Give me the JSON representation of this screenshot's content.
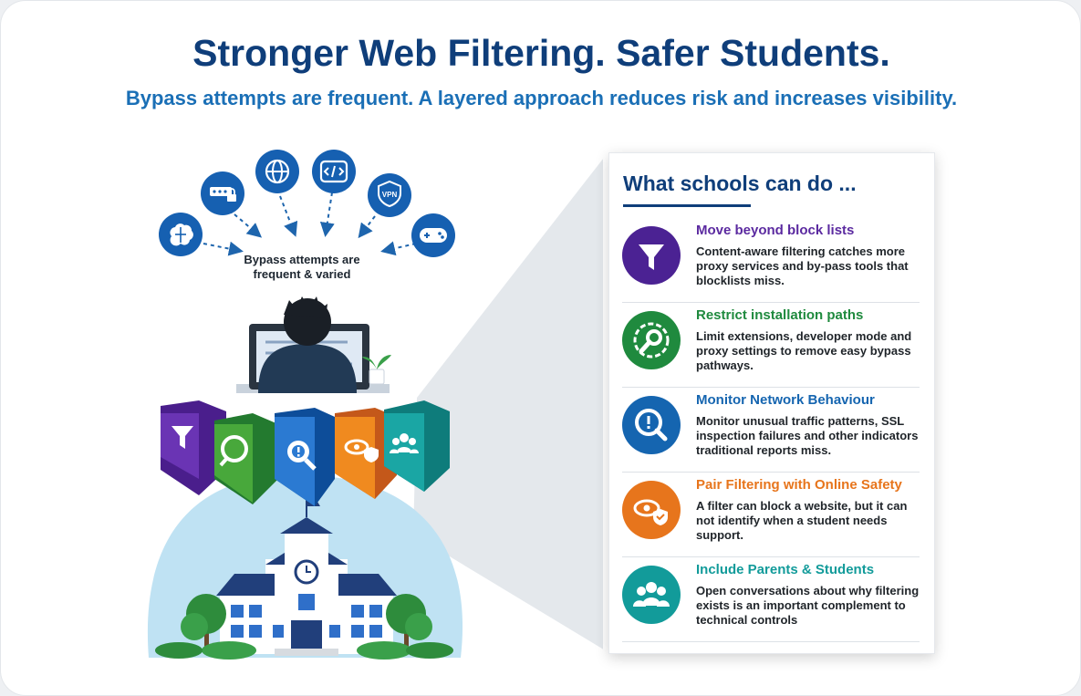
{
  "header": {
    "title": "Stronger Web Filtering. Safer Students.",
    "subtitle": "Bypass attempts are frequent. A layered approach reduces risk and increases visibility."
  },
  "illustration": {
    "bypass_label_line1": "Bypass attempts are",
    "bypass_label_line2": "frequent & varied",
    "vpn_label": "VPN",
    "icons": [
      "brain-icon",
      "password-lock-icon",
      "globe-icon",
      "code-icon",
      "vpn-shield-icon",
      "gamepad-icon"
    ],
    "shield_icons": [
      "filter-icon",
      "wrench-gear-icon",
      "magnify-alert-icon",
      "eye-shield-icon",
      "people-icon"
    ]
  },
  "panel": {
    "title": "What schools can do ...",
    "items": [
      {
        "title": "Move beyond block lists",
        "desc": "Content-aware filtering catches more proxy services and by-pass tools that blocklists miss.",
        "color": "#5b2aa0",
        "icon": "filter-icon"
      },
      {
        "title": "Restrict installation paths",
        "desc": "Limit extensions, developer mode and proxy settings to remove easy bypass pathways.",
        "color": "#1f8a3e",
        "icon": "wrench-gear-icon"
      },
      {
        "title": "Monitor Network Behaviour",
        "desc": "Monitor unusual traffic patterns, SSL inspection failures and other indicators traditional reports miss.",
        "color": "#1565b0",
        "icon": "magnify-alert-icon"
      },
      {
        "title": "Pair Filtering with Online Safety",
        "desc": "A filter can block a website, but it can not identify when a student needs support.",
        "color": "#e7751c",
        "icon": "eye-shield-icon"
      },
      {
        "title": "Include Parents & Students",
        "desc": "Open conversations about why filtering exists is an important complement to technical controls",
        "color": "#129b9a",
        "icon": "people-icon"
      }
    ]
  },
  "colors": {
    "navy": "#0f3e7a",
    "blue": "#1a6fb6",
    "purple": "#5b2aa0",
    "green": "#1f8a3e",
    "orange": "#e7751c",
    "teal": "#129b9a"
  }
}
